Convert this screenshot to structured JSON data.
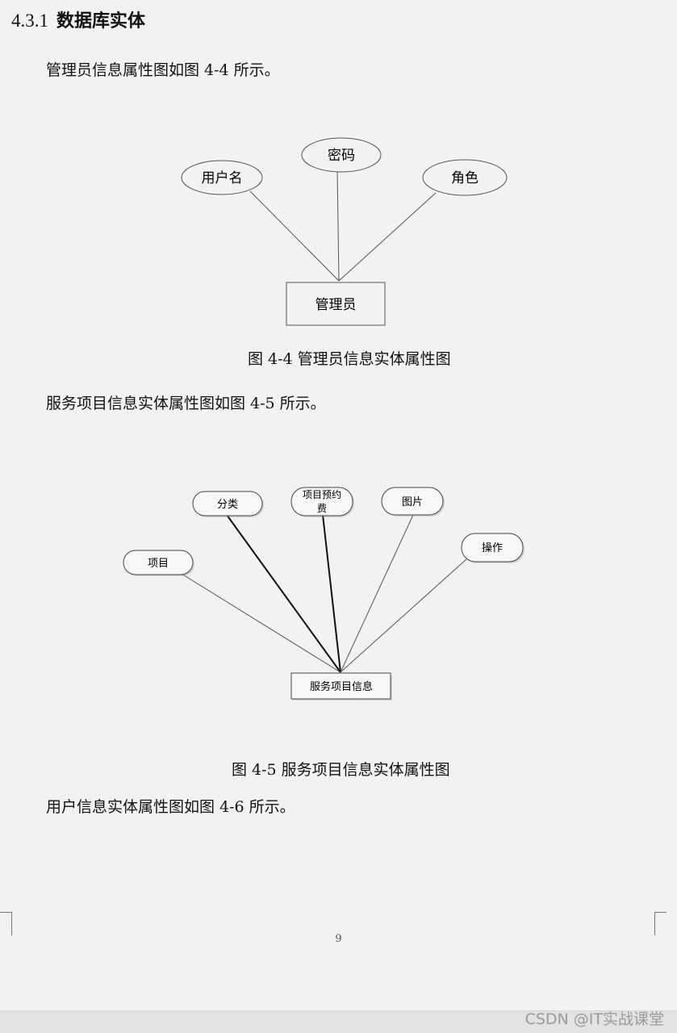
{
  "section": {
    "number": "4.3.1",
    "title": "数据库实体"
  },
  "paragraphs": {
    "p1": "管理员信息属性图如图 4-4 所示。",
    "p2": "服务项目信息实体属性图如图 4-5 所示。",
    "p3": "用户信息实体属性图如图 4-6 所示。"
  },
  "figure_4_4": {
    "entity": "管理员",
    "attributes": [
      "用户名",
      "密码",
      "角色"
    ],
    "caption": "图 4-4  管理员信息实体属性图"
  },
  "figure_4_5": {
    "entity": "服务项目信息",
    "attributes": [
      "项目",
      "分类",
      "项目预约费",
      "图片",
      "操作"
    ],
    "attribute_lines": [
      "项目预约",
      "费"
    ],
    "caption": "图 4-5 服务项目信息实体属性图"
  },
  "page_number": "9",
  "watermark": "CSDN @IT实战课堂"
}
